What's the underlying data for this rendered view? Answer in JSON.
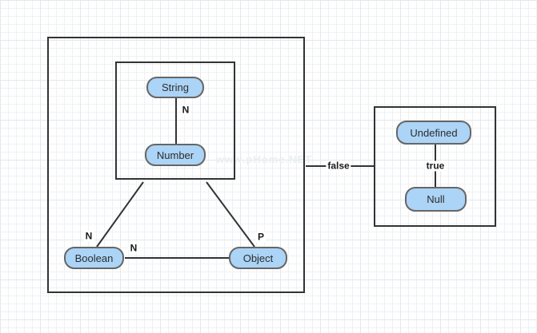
{
  "diagram": {
    "nodes": {
      "string": {
        "label": "String"
      },
      "number": {
        "label": "Number"
      },
      "boolean": {
        "label": "Boolean"
      },
      "object": {
        "label": "Object"
      },
      "undefined": {
        "label": "Undefined"
      },
      "null": {
        "label": "Null"
      }
    },
    "edge_labels": {
      "string_number": "N",
      "inner_boolean": "N",
      "inner_object": "P",
      "boolean_object": "N",
      "outer_right": "false",
      "undefined_null": "true"
    },
    "watermark": "www.pHome.NET",
    "colors": {
      "node_fill": "#abd4f6",
      "node_border": "#666666",
      "edge_line": "#333333",
      "container_border": "#333333",
      "grid_minor": "#eef1f3",
      "grid_major": "#e3e8eb",
      "canvas_bg": "#ffffff",
      "label_color": "#1a1a1a",
      "node_text": "#2d2d2d",
      "watermark_color": "#e9eff1"
    }
  }
}
